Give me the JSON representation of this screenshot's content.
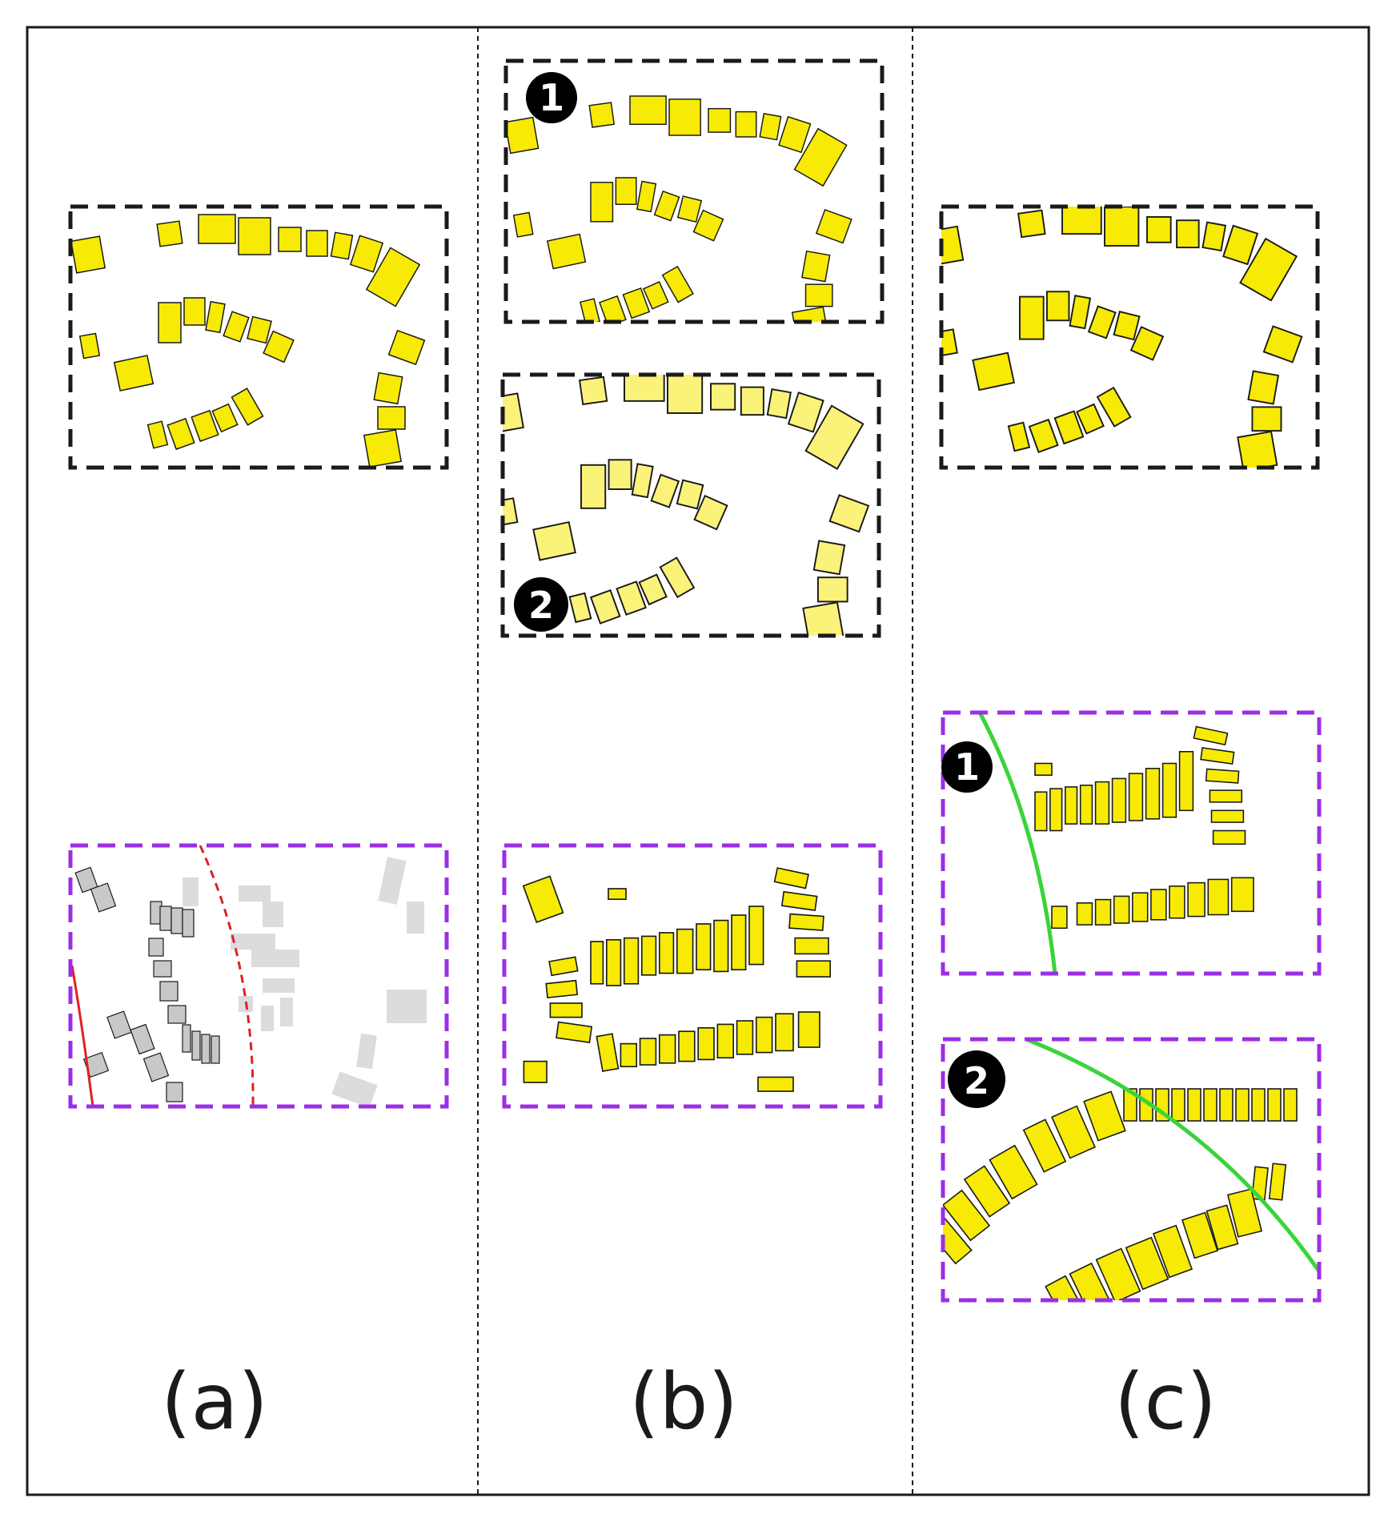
{
  "figure": {
    "captions": {
      "a": "(a)",
      "b": "(b)",
      "c": "(c)"
    },
    "badges": {
      "one": "1",
      "two": "2"
    }
  },
  "colors": {
    "building_fill": "#f7ea05",
    "building_fill_light": "#fbf27a",
    "building_gray": "#c8c8c8",
    "building_gray_light": "#dcdcdc",
    "outline": "#1a1a1a",
    "frame_black": "#1a1a1a",
    "frame_purple": "#9b2ee6",
    "boundary_red": "#e02020",
    "boundary_green": "#3ad43a",
    "badge_bg": "#000000"
  }
}
